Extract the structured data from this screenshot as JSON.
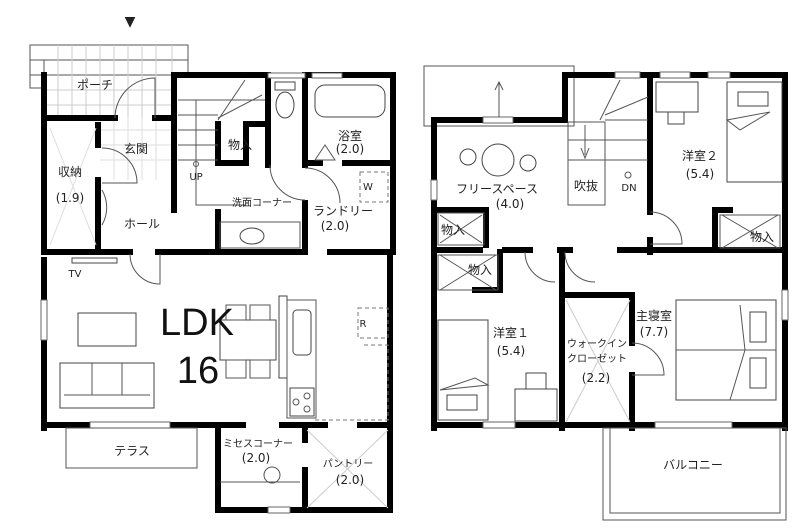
{
  "entrance_marker": "▼",
  "floor1": {
    "porch": "ポーチ",
    "entry": "玄関",
    "storage": "収納",
    "storage_size": "(1.9)",
    "hall": "ホール",
    "stairs_up": "UP",
    "closet": "物入",
    "washroom": "洗面コーナー",
    "bath": "浴室",
    "bath_size": "(2.0)",
    "laundry": "ランドリー",
    "laundry_size": "(2.0)",
    "washer_mark": "W",
    "tv": "TV",
    "ldk": "LDK",
    "ldk_size": "16",
    "fridge_mark": "R",
    "terrace": "テラス",
    "mise_corner": "ミセスコーナー",
    "mise_size": "(2.0)",
    "pantry": "パントリー",
    "pantry_size": "(2.0)"
  },
  "floor2": {
    "free_space": "フリースペース",
    "free_space_size": "(4.0)",
    "void": "吹抜",
    "stairs_down": "DN",
    "room2": "洋室２",
    "room2_size": "(5.4)",
    "closet_a": "物入",
    "closet_b": "物入",
    "closet_c": "物入",
    "room1": "洋室１",
    "room1_size": "(5.4)",
    "wic_line1": "ウォークイン",
    "wic_line2": "クローゼット",
    "wic_size": "(2.2)",
    "master": "主寝室",
    "master_size": "(7.7)",
    "balcony": "バルコニー"
  }
}
